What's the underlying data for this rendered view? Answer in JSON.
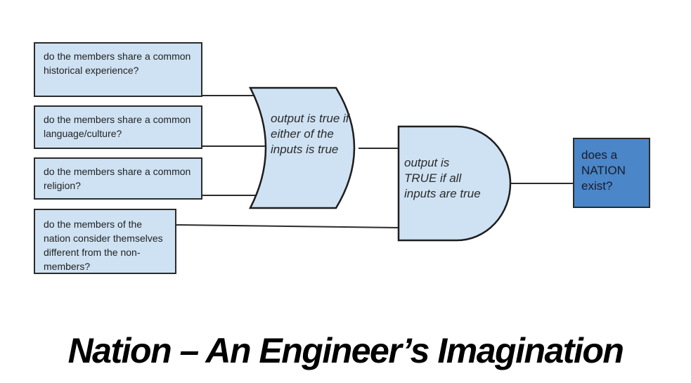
{
  "diagram": {
    "inputs": [
      {
        "label": "do the members share a common historical experience?"
      },
      {
        "label": "do the members share a common language/culture?"
      },
      {
        "label": "do the members share a common religion?"
      },
      {
        "label": "do the members of the nation consider themselves different from the non-members?"
      }
    ],
    "or_gate": {
      "label": "output is true if either of the inputs is true"
    },
    "and_gate": {
      "label": "output is TRUE if all inputs are true"
    },
    "output": {
      "label": "does a NATION exist?"
    },
    "colors": {
      "input_fill": "#cfe2f3",
      "gate_fill": "#cfe2f3",
      "output_fill": "#4a86c8",
      "stroke": "#2b2b2b"
    }
  },
  "title": "Nation – An Engineer’s Imagination"
}
